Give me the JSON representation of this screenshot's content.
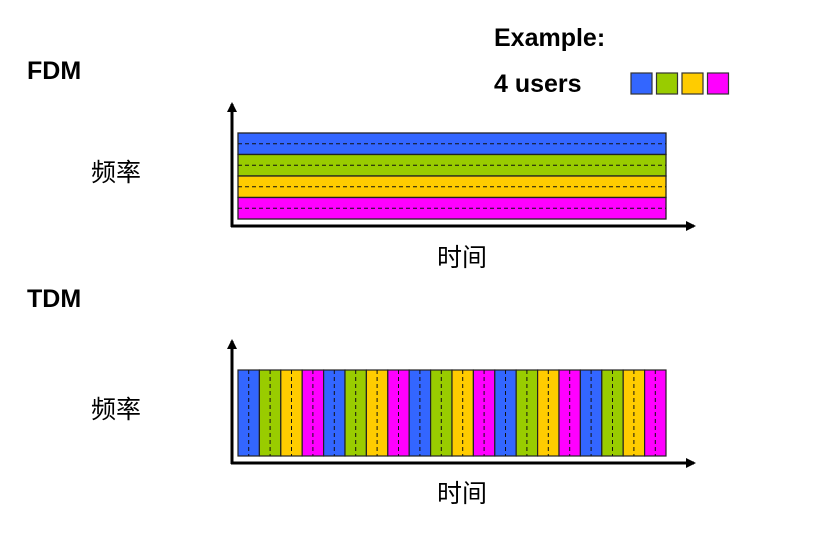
{
  "example_label": "Example:",
  "users_label": "4 users",
  "colors": [
    "#3366ff",
    "#99cc00",
    "#ffcc00",
    "#ff00ff"
  ],
  "fdm": {
    "title": "FDM",
    "y_label": "频率",
    "x_label": "时间"
  },
  "tdm": {
    "title": "TDM",
    "y_label": "频率",
    "x_label": "时间",
    "slots": 20
  }
}
